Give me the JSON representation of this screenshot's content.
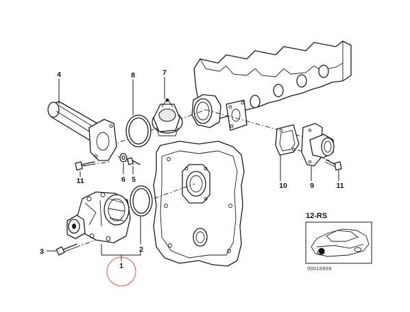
{
  "callouts": [
    {
      "id": "1",
      "label": "1"
    },
    {
      "id": "2",
      "label": "2"
    },
    {
      "id": "3",
      "label": "3"
    },
    {
      "id": "4",
      "label": "4"
    },
    {
      "id": "5",
      "label": "5"
    },
    {
      "id": "6",
      "label": "6"
    },
    {
      "id": "7",
      "label": "7"
    },
    {
      "id": "8",
      "label": "8"
    },
    {
      "id": "9",
      "label": "9"
    },
    {
      "id": "10",
      "label": "10"
    },
    {
      "id": "11a",
      "label": "11"
    },
    {
      "id": "11b",
      "label": "11"
    }
  ],
  "kit": {
    "label": "12-RS"
  },
  "reference_number": "00018989",
  "colors": {
    "line": "#1a1a1a",
    "highlight_circle": "#d9534f",
    "background": "#ffffff"
  }
}
